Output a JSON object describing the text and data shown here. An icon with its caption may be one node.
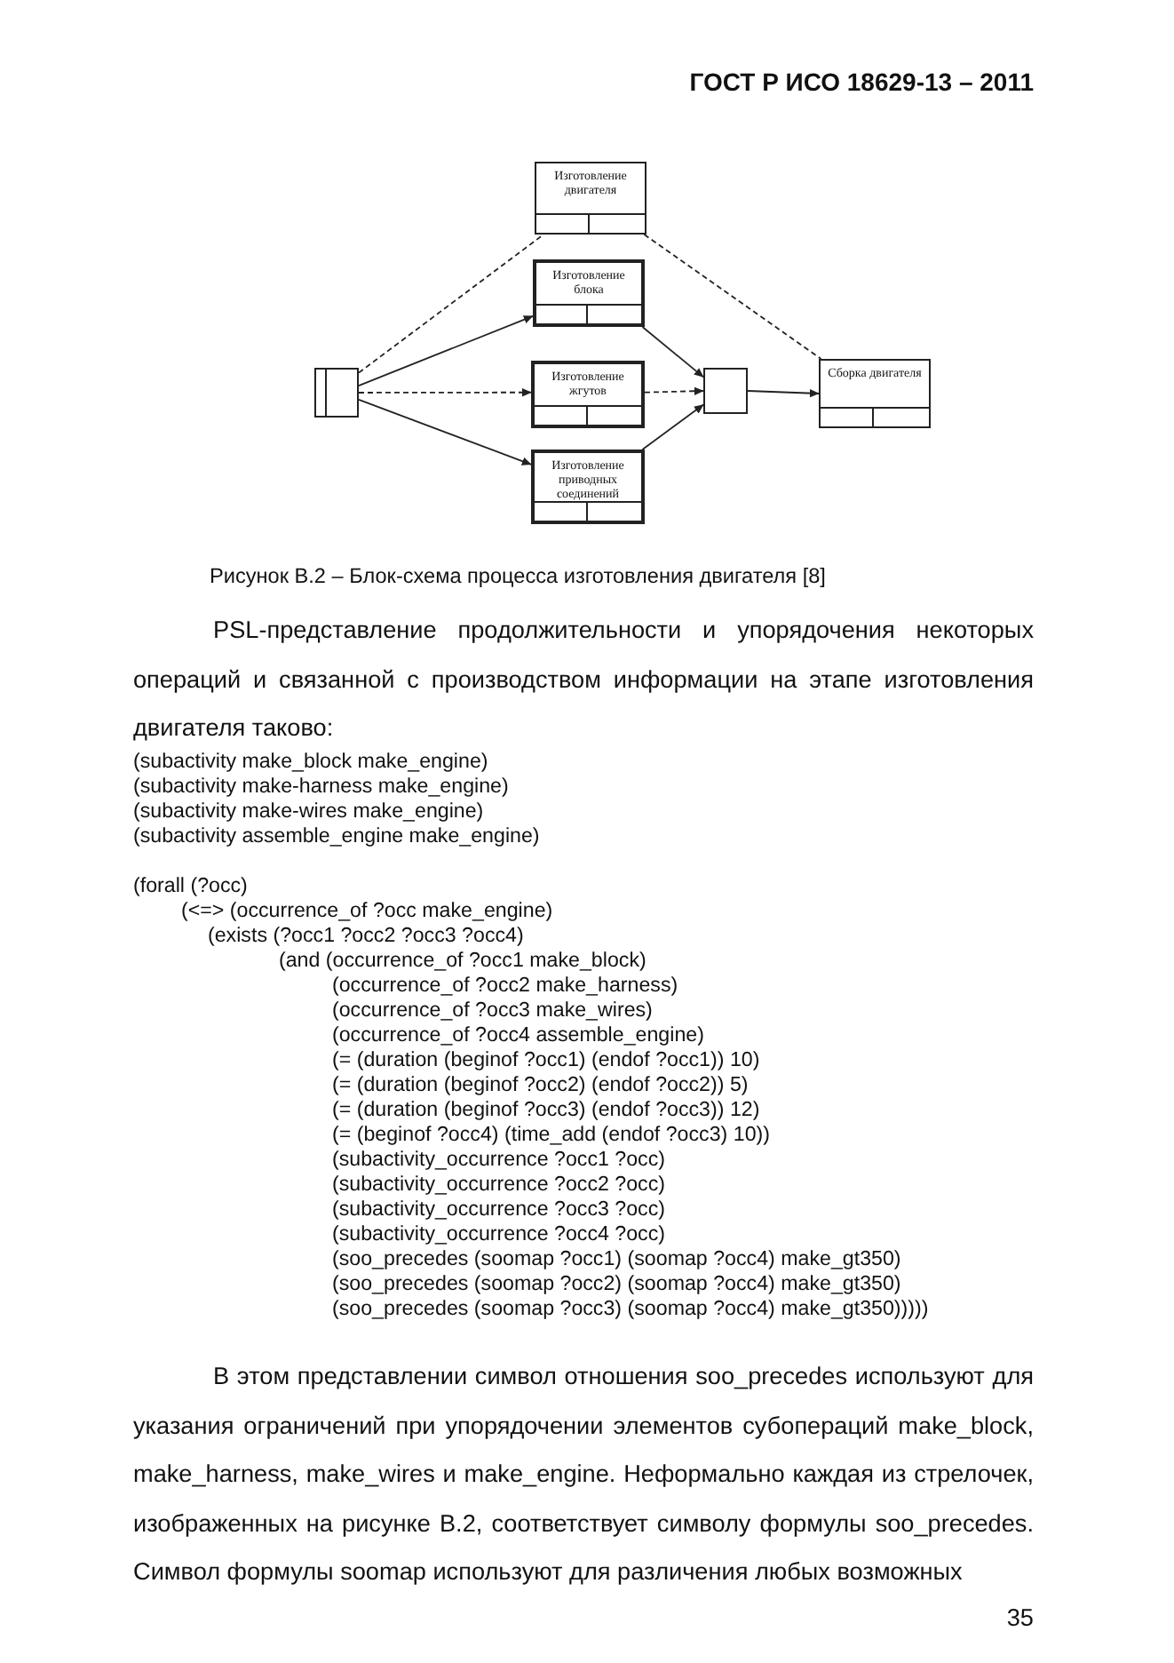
{
  "diagram": {
    "caption": "Рисунок В.2 – Блок-схема процесса изготовления двигателя [8]",
    "nodes": [
      {
        "text": [
          "Изготовление двигателя"
        ]
      },
      {
        "text": [
          "Изготовление блока"
        ]
      },
      {
        "text": [],
        "shape": "box"
      },
      {
        "text": [
          "Изготовление жгутов"
        ]
      },
      {
        "text": [],
        "shape": "box"
      },
      {
        "text": [
          "Сборка двигателя"
        ]
      },
      {
        "text": [
          "Изготовление приводных соединений"
        ]
      }
    ],
    "edges": [
      {
        "from": 2,
        "to": 0,
        "arrow": "none",
        "style": "dashed"
      },
      {
        "from": 0,
        "to": 5,
        "arrow": "none",
        "style": "dashed"
      },
      {
        "from": 2,
        "to": 1,
        "arrow": "to"
      },
      {
        "from": 2,
        "to": 3,
        "arrow": "to",
        "style": "dashed"
      },
      {
        "from": 2,
        "to": 6,
        "arrow": "to"
      },
      {
        "from": 1,
        "to": 4,
        "arrow": "to"
      },
      {
        "from": 3,
        "to": 4,
        "arrow": "to",
        "style": "dashed"
      },
      {
        "from": 6,
        "to": 4,
        "arrow": "to"
      },
      {
        "from": 4,
        "to": 5,
        "arrow": "to"
      }
    ],
    "labels": [
      "ГОСТ Р ИСО 18629-13 – 2011",
      "PSL-представление продолжительности и упорядочения некоторых операций и связанной с производством информации на этапе изготовления двигателя таково:",
      "(subactivity make_block make_engine)",
      "(subactivity make-harness make_engine)",
      "(subactivity make-wires make_engine)",
      "(subactivity assemble_engine make_engine)",
      "(forall (?occ)",
      "(<=> (occurrence_of ?occ make_engine)",
      "(exists (?occ1 ?occ2 ?occ3 ?occ4)",
      "(and (occurrence_of ?occ1 make_block)",
      "(occurrence_of ?occ2 make_harness)",
      "(occurrence_of ?occ3 make_wires)",
      "(occurrence_of ?occ4 assemble_engine)",
      "(= (duration (beginof ?occ1) (endof ?occ1)) 10)",
      "(= (duration (beginof ?occ2) (endof ?occ2)) 5)",
      "(= (duration (beginof ?occ3) (endof ?occ3)) 12)",
      "(= (beginof ?occ4) (time_add (endof ?occ3) 10))",
      "(subactivity_occurrence ?occ1 ?occ)",
      "(subactivity_occurrence ?occ2 ?occ)",
      "(subactivity_occurrence ?occ3 ?occ)",
      "(subactivity_occurrence ?occ4 ?occ)",
      "(soo_precedes (soomap ?occ1) (soomap ?occ4) make_gt350)",
      "(soo_precedes (soomap ?occ2) (soomap ?occ4) make_gt350)",
      "(soo_precedes (soomap ?occ3) (soomap ?occ4) make_gt350)))))",
      "В этом представлении символ отношения soo_precedes используют для указания ограничений при упорядочении элементов субопераций make_block, make_harness, make_wires и make_engine. Неформально каждая из стрелочек, изображенных на рисунке В.2, соответствует символу формулы soo_precedes. Символ формулы soomap используют для различения любых возможных",
      "35"
    ]
  }
}
